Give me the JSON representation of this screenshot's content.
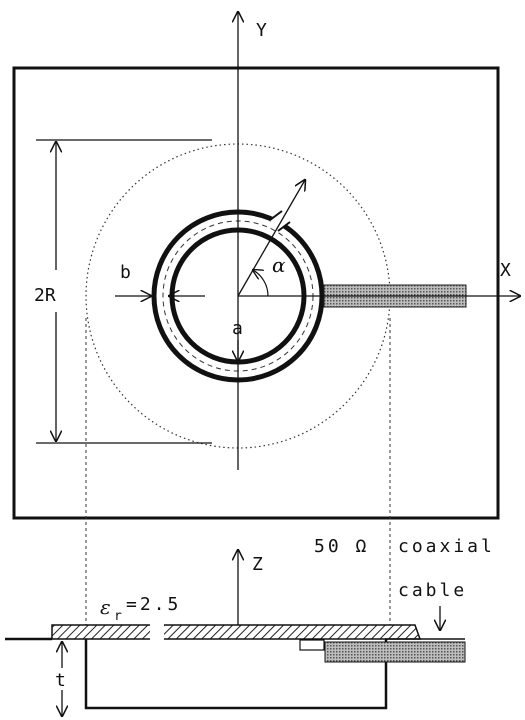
{
  "labels": {
    "y_axis": "Y",
    "x_axis": "X",
    "z_axis": "Z",
    "two_r": "2R",
    "b": "b",
    "a": "a",
    "alpha": "α",
    "impedance": "50 Ω",
    "coaxial": "coaxial",
    "cable": "cable",
    "eps": "ε",
    "eps_sub": "r",
    "eps_value": "=2.5",
    "t": "t"
  }
}
